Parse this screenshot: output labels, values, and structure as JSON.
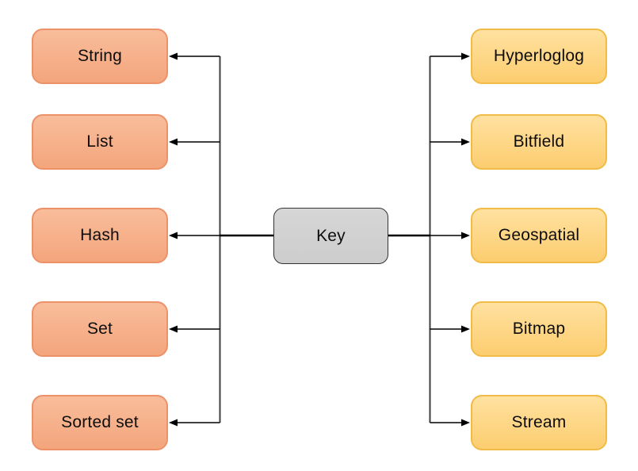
{
  "colors": {
    "left_fill_top": "#F8BD9B",
    "left_fill_bottom": "#F4A57C",
    "left_border": "#ED9168",
    "right_fill_top": "#FFE1A0",
    "right_fill_bottom": "#FCCD6F",
    "right_border": "#F0BC47",
    "key_fill_top": "#D6D6D6",
    "key_fill_bottom": "#CDCDCD",
    "key_border": "#333333",
    "branch_line": "#3f3f3f",
    "connector": "#000000"
  },
  "diagram": {
    "key": {
      "label": "Key"
    },
    "left": {
      "items": [
        {
          "label": "String"
        },
        {
          "label": "List"
        },
        {
          "label": "Hash"
        },
        {
          "label": "Set"
        },
        {
          "label": "Sorted set"
        }
      ]
    },
    "right": {
      "items": [
        {
          "label": "Hyperloglog"
        },
        {
          "label": "Bitfield"
        },
        {
          "label": "Geospatial"
        },
        {
          "label": "Bitmap"
        },
        {
          "label": "Stream"
        }
      ]
    }
  }
}
